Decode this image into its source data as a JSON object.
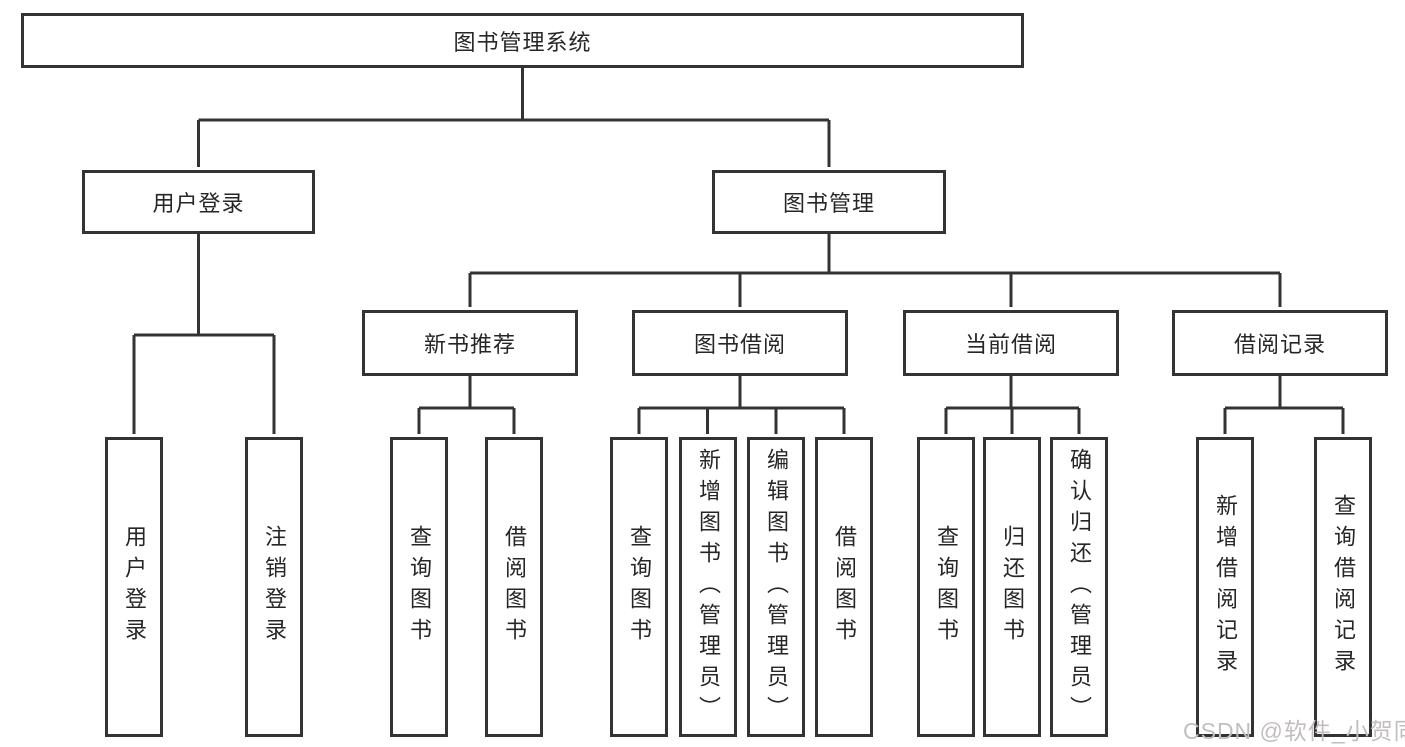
{
  "colors": {
    "line": "#333333",
    "text": "#262626",
    "background": "#ffffff",
    "watermark": "#c3bebe"
  },
  "diagram": {
    "root": "图书管理系统",
    "branches": {
      "user_login": {
        "label": "用户登录",
        "children": [
          "用户登录",
          "注销登录"
        ]
      },
      "book_management": {
        "label": "图书管理"
      }
    },
    "modules": [
      {
        "label": "新书推荐",
        "children": [
          "查询图书",
          "借阅图书"
        ]
      },
      {
        "label": "图书借阅",
        "children": [
          "查询图书",
          "新增图书（管理员）",
          "编辑图书（管理员）",
          "借阅图书"
        ]
      },
      {
        "label": "当前借阅",
        "children": [
          "查询图书",
          "归还图书",
          "确认归还（管理员）"
        ]
      },
      {
        "label": "借阅记录",
        "children": [
          "新增借阅记录",
          "查询借阅记录"
        ]
      }
    ]
  },
  "watermark": "CSDN @软件_小贺同学"
}
